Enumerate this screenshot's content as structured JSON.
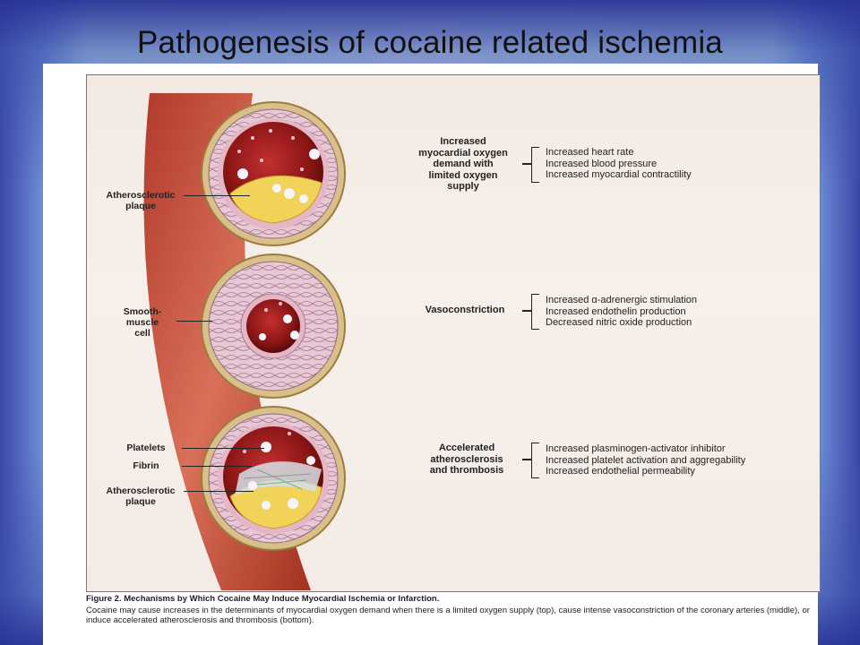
{
  "slide": {
    "title": "Pathogenesis of cocaine related ischemia"
  },
  "figure": {
    "labels": {
      "atherosclerotic_plaque_top": "Atherosclerotic\nplaque",
      "smooth_muscle_cell": "Smooth-\nmuscle\ncell",
      "platelets": "Platelets",
      "fibrin": "Fibrin",
      "atherosclerotic_plaque_bottom": "Atherosclerotic\nplaque"
    },
    "mechanisms": [
      {
        "label": "Increased\nmyocardial oxygen\ndemand with\nlimited oxygen\nsupply",
        "effects": [
          "Increased heart rate",
          "Increased blood pressure",
          "Increased myocardial contractility"
        ]
      },
      {
        "label": "Vasoconstriction",
        "effects": [
          "Increased α-adrenergic stimulation",
          "Increased endothelin production",
          "Decreased nitric oxide production"
        ]
      },
      {
        "label": "Accelerated\natherosclerosis\nand thrombosis",
        "effects": [
          "Increased plasminogen-activator inhibitor",
          "Increased platelet activation and aggregability",
          "Increased endothelial permeability"
        ]
      }
    ],
    "caption_title": "Figure 2. Mechanisms by Which Cocaine May Induce Myocardial Ischemia or Infarction.",
    "caption_text": "Cocaine may cause increases in the determinants of myocardial oxygen demand when there is a limited oxygen supply (top), cause intense vasoconstriction of the coronary arteries (middle), or induce accelerated atherosclerosis and thrombosis (bottom)."
  }
}
